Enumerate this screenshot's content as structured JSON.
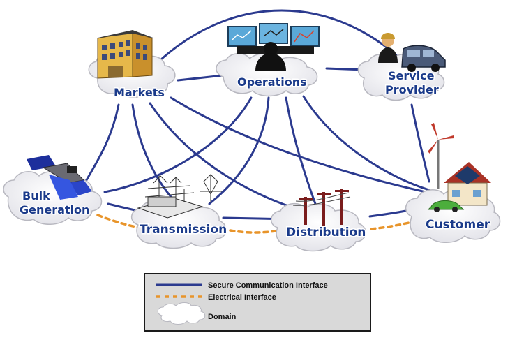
{
  "colors": {
    "secure": "#2b3a8f",
    "electrical": "#e8942a",
    "cloud_fill": "#f4f4f6",
    "cloud_edge": "#b8b8c0",
    "label": "#1a3a8a",
    "legend_bg": "#d9d9d9"
  },
  "domains": {
    "markets": "Markets",
    "operations": "Operations",
    "service_provider_line1": "Service",
    "service_provider_line2": "Provider",
    "bulk_generation_line1": "Bulk",
    "bulk_generation_line2": "Generation",
    "transmission": "Transmission",
    "distribution": "Distribution",
    "customer": "Customer"
  },
  "legend": {
    "secure_label": "Secure Communication Interface",
    "electrical_label": "Electrical Interface",
    "domain_label": "Domain"
  },
  "icons": [
    "building-icon",
    "operators-screens-icon",
    "service-provider-icon",
    "power-plant-icon",
    "substation-icon",
    "distribution-poles-icon",
    "smart-home-icon"
  ]
}
